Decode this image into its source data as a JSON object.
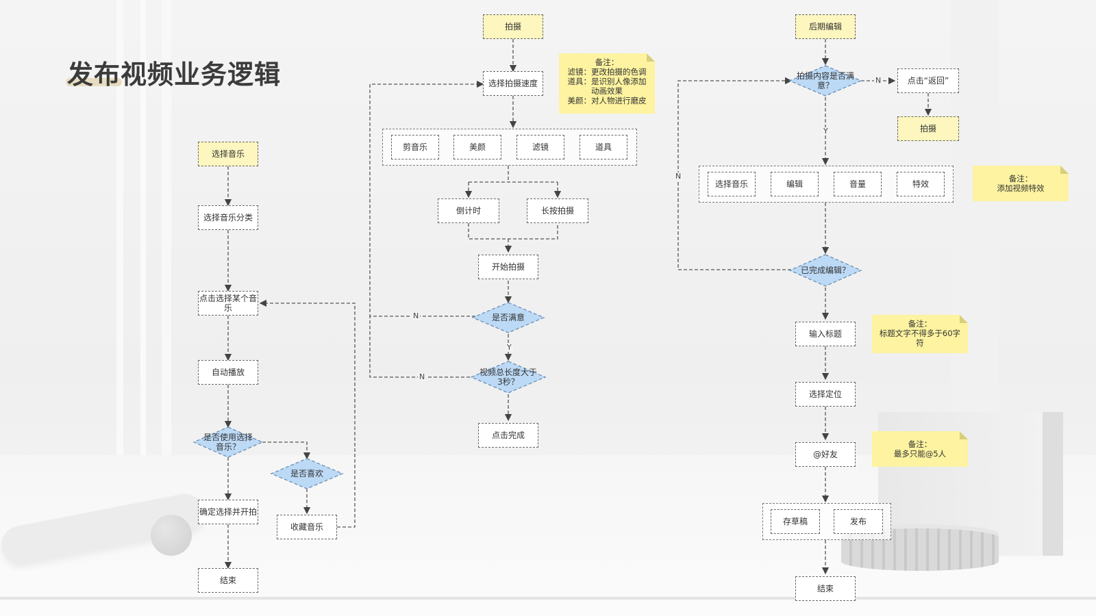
{
  "title": "发布视频业务逻辑",
  "music_flow": {
    "select_music": "选择音乐",
    "select_category": "选择音乐分类",
    "click_music": "点击选择某个音乐",
    "auto_play": "自动播放",
    "use_music_q": "是否使用选择音乐？",
    "like_q": "是否喜欢",
    "confirm_shoot": "确定选择并开拍",
    "collect_music": "收藏音乐",
    "end": "结束"
  },
  "shoot_flow": {
    "shoot": "拍摄",
    "select_speed": "选择拍摄速度",
    "options": [
      "剪音乐",
      "美颜",
      "滤镜",
      "道具"
    ],
    "countdown": "倒计时",
    "long_press": "长按拍摄",
    "start_shoot": "开始拍摄",
    "satisfied_q": "是否满意",
    "length_q": "视频总长度大于3秒？",
    "click_done": "点击完成",
    "note": {
      "title": "备注：",
      "lines": [
        "滤镜：更改拍摄的色调",
        "道具：是识别人像添加",
        "动画效果",
        "美颜：对人物进行磨皮"
      ]
    }
  },
  "edit_flow": {
    "post_edit": "后期编辑",
    "content_q": "拍摄内容是否满意？",
    "click_back": "点击“返回”",
    "shoot": "拍摄",
    "options": [
      "选择音乐",
      "编辑",
      "音量",
      "特效"
    ],
    "done_q": "已完成编辑？",
    "input_title": "输入标题",
    "select_location": "选择定位",
    "at_friends": "@好友",
    "save_draft": "存草稿",
    "publish": "发布",
    "end": "结束",
    "note_effects": {
      "title": "备注：",
      "text": "添加视频特效"
    },
    "note_title": {
      "title": "备注：",
      "text": "标题文字不得多于60字符"
    },
    "note_friends": {
      "title": "备注：",
      "text": "最多只能@5人"
    }
  },
  "labels": {
    "yes": "Y",
    "no": "N"
  }
}
